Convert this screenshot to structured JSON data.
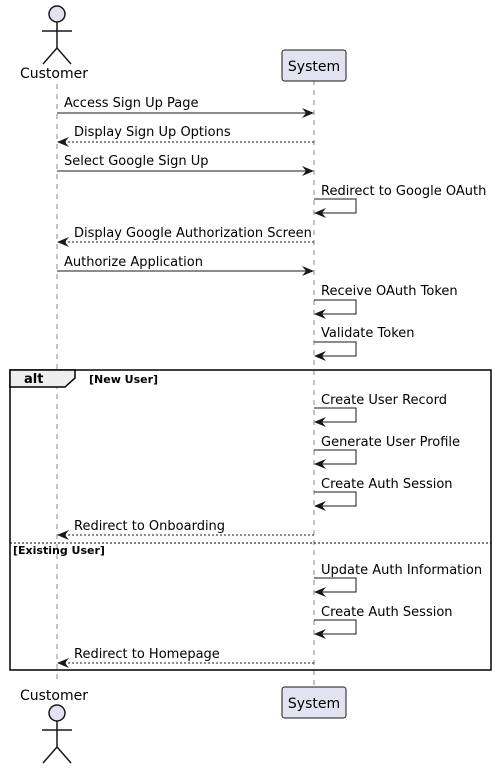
{
  "participants": {
    "customer": {
      "label": "Customer",
      "kind": "actor"
    },
    "system": {
      "label": "System",
      "kind": "participant"
    }
  },
  "messages": [
    {
      "text": "Access Sign Up Page",
      "from": "customer",
      "to": "system",
      "style": "solid"
    },
    {
      "text": "Display Sign Up Options",
      "from": "system",
      "to": "customer",
      "style": "dashed"
    },
    {
      "text": "Select Google Sign Up",
      "from": "customer",
      "to": "system",
      "style": "solid"
    },
    {
      "text": "Redirect to Google OAuth",
      "from": "system",
      "to": "system",
      "style": "self"
    },
    {
      "text": "Display Google Authorization Screen",
      "from": "system",
      "to": "customer",
      "style": "dashed"
    },
    {
      "text": "Authorize Application",
      "from": "customer",
      "to": "system",
      "style": "solid"
    },
    {
      "text": "Receive OAuth Token",
      "from": "system",
      "to": "system",
      "style": "self"
    },
    {
      "text": "Validate Token",
      "from": "system",
      "to": "system",
      "style": "self"
    },
    {
      "text": "Create User Record",
      "from": "system",
      "to": "system",
      "style": "self"
    },
    {
      "text": "Generate User Profile",
      "from": "system",
      "to": "system",
      "style": "self"
    },
    {
      "text": "Create Auth Session",
      "from": "system",
      "to": "system",
      "style": "self"
    },
    {
      "text": "Redirect to Onboarding",
      "from": "system",
      "to": "customer",
      "style": "dashed"
    },
    {
      "text": "Update Auth Information",
      "from": "system",
      "to": "system",
      "style": "self"
    },
    {
      "text": "Create Auth Session",
      "from": "system",
      "to": "system",
      "style": "self"
    },
    {
      "text": "Redirect to Homepage",
      "from": "system",
      "to": "customer",
      "style": "dashed"
    }
  ],
  "fragment": {
    "keyword": "alt",
    "guard_first": "[New User]",
    "guard_second": "[Existing User]"
  },
  "colors": {
    "participant_fill": "#e2e2f0",
    "participant_stroke": "#181818",
    "line": "#181818",
    "lifeline": "#8a8a8a"
  }
}
